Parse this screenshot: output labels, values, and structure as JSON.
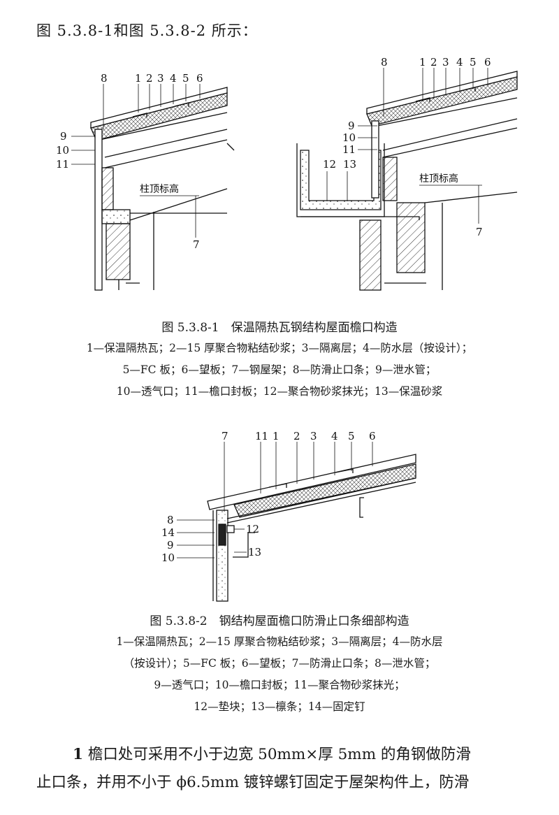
{
  "intro": "图 5.3.8-1和图 5.3.8-2 所示：",
  "figure1": {
    "left_numbers": [
      "8",
      "1",
      "2",
      "3",
      "4",
      "5",
      "6",
      "9",
      "10",
      "11",
      "7"
    ],
    "right_numbers": [
      "8",
      "1",
      "2",
      "3",
      "4",
      "5",
      "6",
      "9",
      "10",
      "11",
      "12",
      "13",
      "7"
    ],
    "label_left": "柱顶标高",
    "label_right": "柱顶标高",
    "caption": "图 5.3.8-1　保温隔热瓦钢结构屋面檐口构造",
    "legend": [
      "1—保温隔热瓦；2—15 厚聚合物粘结砂浆；3—隔离层；4—防水层（按设计）；",
      "5—FC 板；6—望板；7—钢屋架；8—防滑止口条；9—泄水管；",
      "10—透气口；11—檐口封板；12—聚合物砂浆抹光；13—保温砂浆"
    ]
  },
  "figure2": {
    "top_numbers": [
      "7",
      "11",
      "1",
      "2",
      "3",
      "4",
      "5",
      "6"
    ],
    "left_numbers": [
      "8",
      "14",
      "9",
      "10"
    ],
    "right_numbers": [
      "12",
      "13"
    ],
    "caption": "图 5.3.8-2　钢结构屋面檐口防滑止口条细部构造",
    "legend": [
      "1—保温隔热瓦；2—15 厚聚合物粘结砂浆；3—隔离层；4—防水层",
      "（按设计）；5—FC 板；6—望板；7—防滑止口条；8—泄水管；",
      "9—透气口；10—檐口封板；11—聚合物砂浆抹光；",
      "12—垫块；13—檩条；14—固定钉"
    ]
  },
  "paragraph": {
    "number": "1",
    "line1": "檐口处可采用不小于边宽 50mm×厚 5mm 的角钢做防滑",
    "line2": "止口条，并用不小于 ϕ6.5mm 镀锌螺钉固定于屋架构件上，防滑"
  }
}
